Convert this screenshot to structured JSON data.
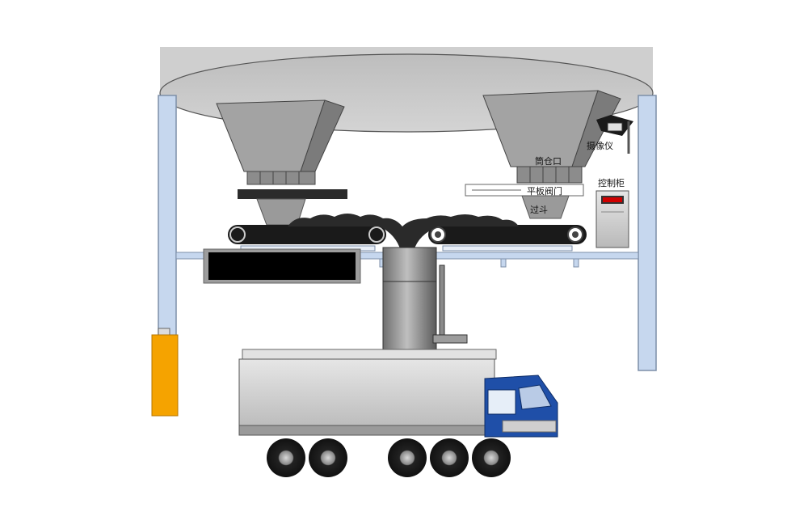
{
  "labels": {
    "silo_outlet": "筒仓口",
    "flat_gate": "平板阀门",
    "hopper": "过斗",
    "camera": "摄像仪",
    "control_cabinet": "控制柜"
  },
  "colors": {
    "silo": "#c8c8c8",
    "hopper": "#a0a0a0",
    "steel_blue": "#c6d7ee",
    "truck_cab": "#1f4fa8",
    "coal": "#2a2a2a",
    "barrier": "#f5a300",
    "display_panel": "#000000",
    "cabinet_led": "#d00000"
  },
  "icons": {
    "camera": "camera-icon",
    "cabinet": "control-cabinet-icon",
    "truck": "truck-icon"
  }
}
